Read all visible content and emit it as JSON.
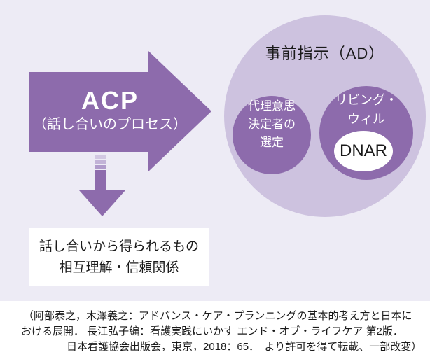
{
  "colors": {
    "panel_bg": "#edebf5",
    "outer_circle_fill": "#cdc2df",
    "accent_purple": "#8d6bac",
    "text_dark": "#1a1a1a",
    "text_on_purple": "#ffffff"
  },
  "acp_arrow": {
    "title": "ACP",
    "subtitle": "（話し合いのプロセス）"
  },
  "ad_circle": {
    "label": "事前指示（AD）",
    "proxy": {
      "line1": "代理意思",
      "line2": "決定者の",
      "line3": "選定"
    },
    "living_will": {
      "line1": "リビング・",
      "line2": "ウィル",
      "dnar": "DNAR"
    }
  },
  "outcome_box": {
    "line1": "話し合いから得られるもの",
    "line2": "相互理解・信頼関係"
  },
  "citation": {
    "line1": "（阿部泰之，木澤義之：アドバンス・ケア・プランニングの基本的考え方と日本に",
    "line2": "おける展開． 長江弘子編：看護実践にいかす エンド・オブ・ライフケア 第2版．",
    "line3": "日本看護協会出版会，東京，2018：65．　より許可を得て転載、一部改変）"
  }
}
